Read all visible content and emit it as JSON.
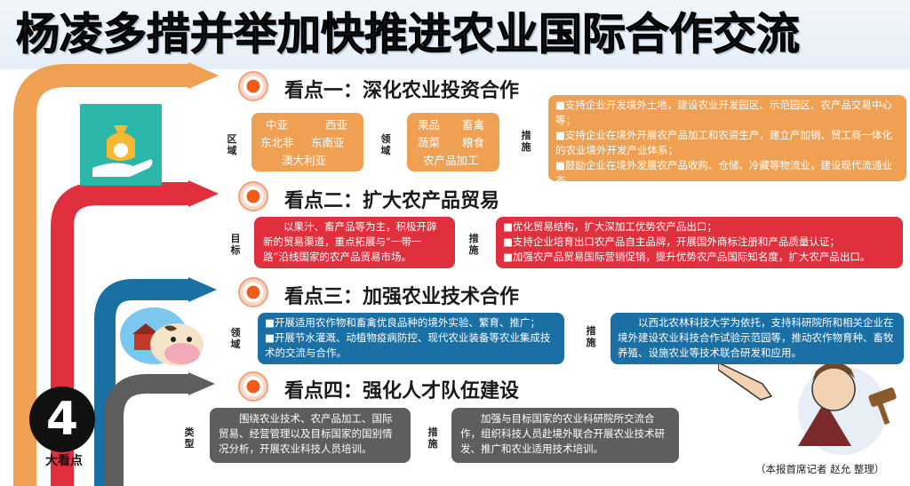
{
  "title": "杨凌多措并举加快推进农业国际合作交流",
  "badge": {
    "number": "4",
    "text": "大看点"
  },
  "credit": "（本报首席记者 赵允 整理）",
  "sections": [
    {
      "title": "看点一：深化农业投资合作",
      "labels": {
        "left": "区域",
        "mid": "领域",
        "right": "措施"
      },
      "regions": [
        "中亚",
        "西亚",
        "东北非",
        "东南亚",
        "澳大利亚"
      ],
      "fields": [
        "果品",
        "畜禽",
        "蔬菜",
        "粮食",
        "农产品加工"
      ],
      "measures": [
        "■支持企业开发境外土地，建设农业开发园区、示范园区、农产品交易中心等；",
        "■支持企业在境外开展农产品加工和农资生产，建立产加销、贸工商一体化的农业境外开发产业体系；",
        "■鼓励企业在境外发展农产品收购、仓储、冷藏等物流业，建设现代流通业态。"
      ]
    },
    {
      "title": "看点二：扩大农产品贸易",
      "labels": {
        "left": "目标",
        "right": "措施"
      },
      "goal": "以果汁、畜产品等为主，积极开辟新的贸易渠道，重点拓展与“一带一路”沿线国家的农产品贸易市场。",
      "measures": [
        "■优化贸易结构，扩大深加工优势农产品出口；",
        "■支持企业培育出口农产品自主品牌，开展国外商标注册和产品质量认证；",
        "■加强农产品贸易国际营销促销，提升优势农产品国际知名度，扩大农产品出口。"
      ]
    },
    {
      "title": "看点三：加强农业技术合作",
      "labels": {
        "left": "领域",
        "right": "措施"
      },
      "fields": [
        "■开展适用农作物和畜禽优良品种的境外实验、繁育、推广；",
        "■开展节水灌溉、动植物疫病防控、现代农业装备等农业集成技术的交流与合作。"
      ],
      "measure": "以西北农林科技大学为依托，支持科研院所和相关企业在境外建设农业科技合作试验示范园等，推动农作物育种、畜牧养殖、设施农业等技术联合研发和应用。"
    },
    {
      "title": "看点四：强化人才队伍建设",
      "labels": {
        "left": "类型",
        "right": "措施"
      },
      "type": "围绕农业技术、农产品加工、国际贸易、经营管理以及目标国家的国别情况分析，开展农业科技人员培训。",
      "measure": "加强与目标国家的农业科研院所交流合作，组织科技人员赴境外联合开展农业技术研发、推广和农业适用技术培训。"
    }
  ],
  "colors": {
    "orange": "#f0a052",
    "red": "#e0303e",
    "blue": "#1a6fa5",
    "grey": "#5e5e5e"
  }
}
